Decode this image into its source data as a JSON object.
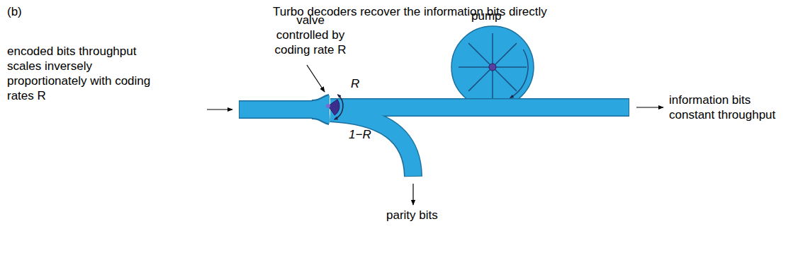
{
  "diagram": {
    "title": "Turbo decoders recover the information bits directly",
    "labels": [
      "(b)",
      "valve controlled by coding rate R",
      "pump",
      "R",
      "encoded bits throughput scales inversely proportionately with coding rates R",
      "1−R",
      "information bits constant throughput",
      "parity bits"
    ]
  }
}
